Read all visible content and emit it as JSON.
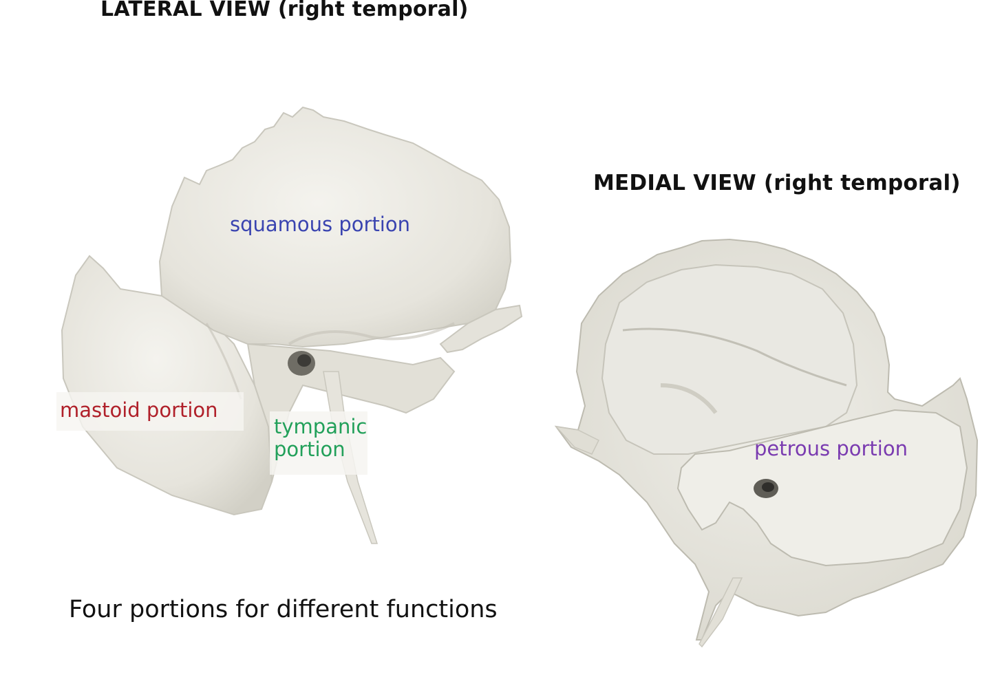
{
  "views": {
    "lateral": {
      "title": "LATERAL VIEW (right temporal)"
    },
    "medial": {
      "title": "MEDIAL  VIEW (right temporal)"
    }
  },
  "labels": {
    "squamous": {
      "text": "squamous portion",
      "color": "#3a44b0"
    },
    "mastoid": {
      "text": "mastoid portion",
      "color": "#b0202a"
    },
    "tympanic": {
      "lines": [
        "tympanic",
        "portion"
      ],
      "color": "#22a05a"
    },
    "petrous": {
      "text": "petrous portion",
      "color": "#7a3bb0"
    }
  },
  "caption": "Four portions for different functions",
  "colors": {
    "bone": "#e9e8e1",
    "bone_shadow": "#cfcdc3",
    "bone_dark": "#8e8c82"
  }
}
